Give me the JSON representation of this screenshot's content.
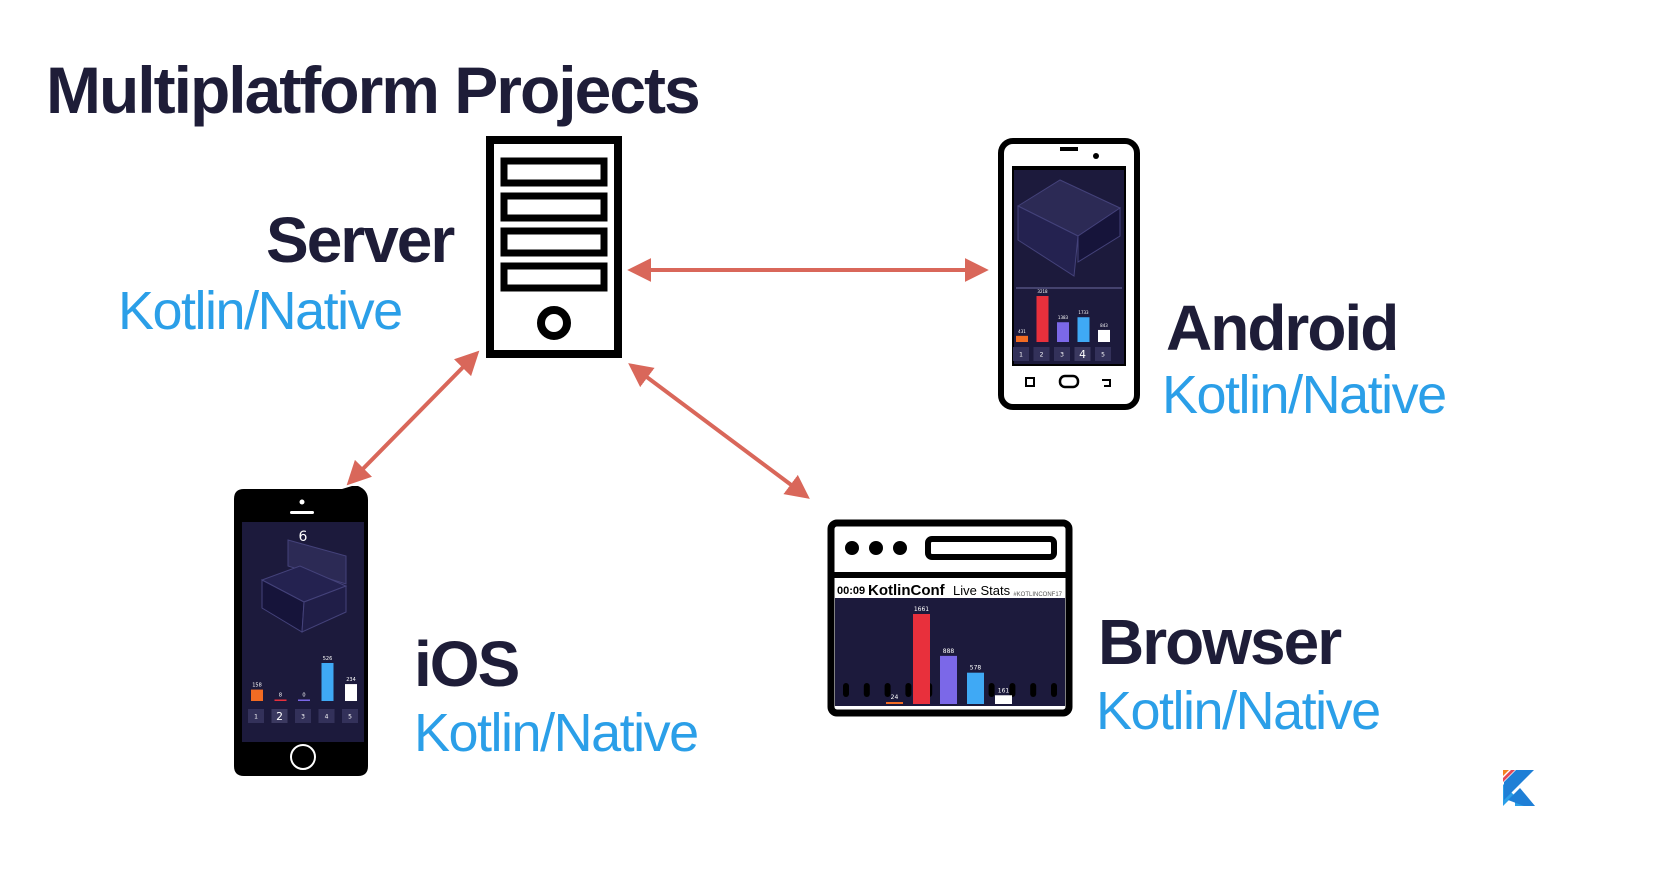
{
  "title": "Multiplatform Projects",
  "nodes": {
    "server": {
      "name": "Server",
      "platform": "Kotlin/Native"
    },
    "android": {
      "name": "Android",
      "platform": "Kotlin/Native"
    },
    "ios": {
      "name": "iOS",
      "platform": "Kotlin/Native"
    },
    "browser": {
      "name": "Browser",
      "platform": "Kotlin/Native"
    }
  },
  "ios_screen": {
    "top_number": "6",
    "bars": [
      "158",
      "8",
      "0",
      "526",
      "234"
    ],
    "buttons": [
      "1",
      "2",
      "3",
      "4",
      "5"
    ]
  },
  "android_screen": {
    "bars": [
      "431",
      "3218",
      "1383",
      "1733",
      "843"
    ],
    "buttons": [
      "1",
      "2",
      "3",
      "4",
      "5"
    ]
  },
  "browser_screen": {
    "timer": "00:09",
    "brand": "KotlinConf",
    "subtitle": "Live Stats",
    "hashtag": "#KOTLINCONF17",
    "bars": [
      "24",
      "1661",
      "888",
      "578",
      "161"
    ]
  },
  "colors": {
    "arrow": "#d9675a",
    "title": "#1e1d38",
    "platform": "#2b9fe8",
    "screen_bg": "#1c1a3c"
  },
  "icons": [
    "server-icon",
    "android-phone-icon",
    "iphone-icon",
    "browser-window-icon",
    "kotlin-logo-icon"
  ]
}
